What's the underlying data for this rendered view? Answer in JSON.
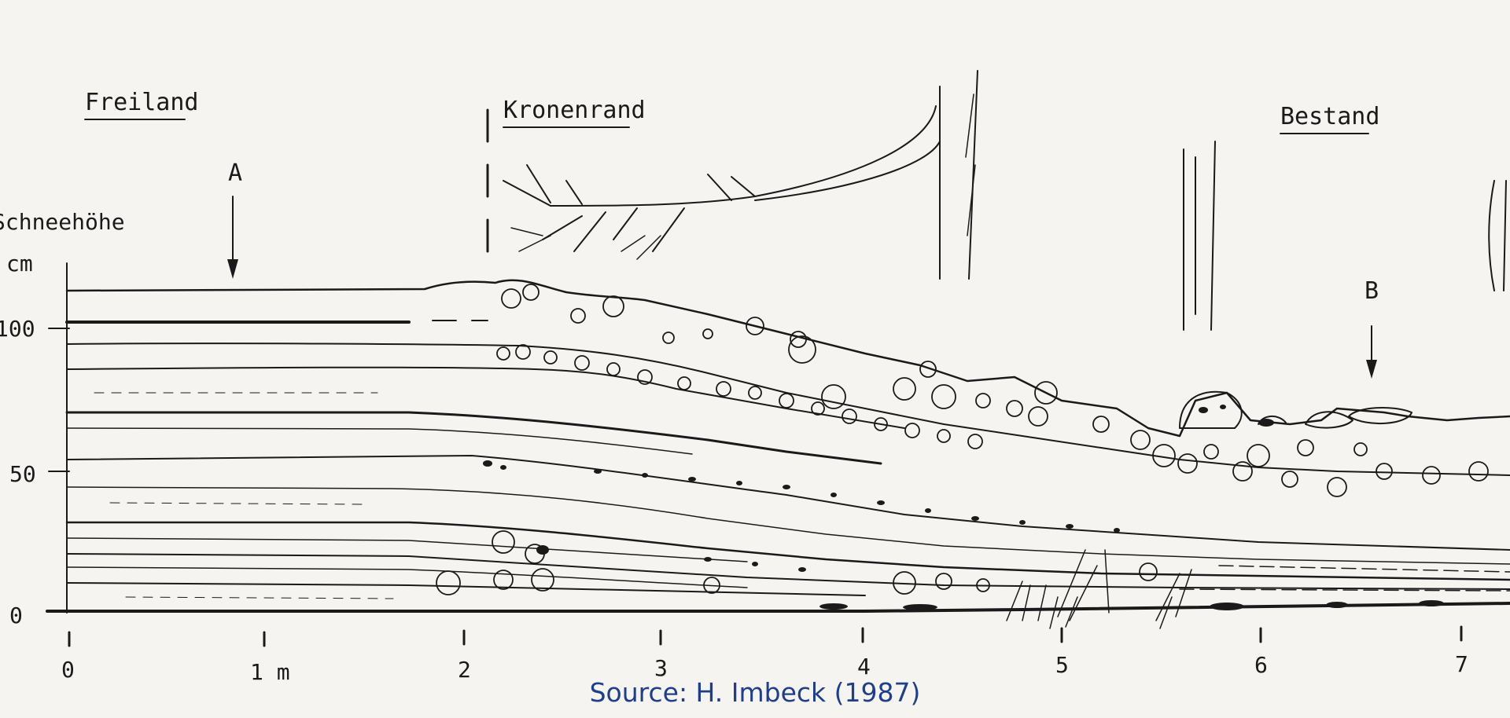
{
  "headings": {
    "freiland": "Freiland",
    "kronenrand": "Kronenrand",
    "bestand": "Bestand"
  },
  "markers": {
    "a": "A",
    "b": "B"
  },
  "y_axis": {
    "title": "Schneehöhe",
    "unit": "cm",
    "ticks": [
      "100",
      "50",
      "0"
    ]
  },
  "x_axis": {
    "ticks": [
      "0",
      "1 m",
      "2",
      "3",
      "4",
      "5",
      "6",
      "7"
    ]
  },
  "source": "Source: H. Imbeck (1987)",
  "colors": {
    "ink": "#1a1a1a",
    "source_text": "#1f3f88",
    "paper": "#f6f4f1"
  }
}
